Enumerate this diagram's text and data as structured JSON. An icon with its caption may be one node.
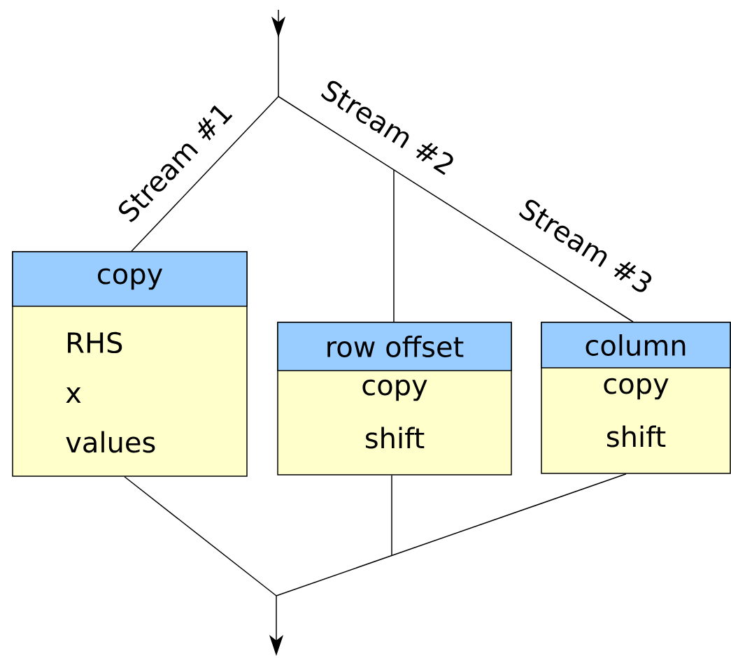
{
  "diagram": {
    "nodes": [
      {
        "text": [
          "copy",
          "RHS",
          "x",
          "values"
        ]
      },
      {
        "text": [
          "row offset",
          "copy",
          "shift"
        ]
      },
      {
        "text": [
          "column",
          "copy",
          "shift"
        ]
      }
    ],
    "edges": [
      {
        "from": null,
        "to": 0,
        "arrow": "none",
        "label": "Stream #1"
      },
      {
        "from": null,
        "to": 1,
        "arrow": "none",
        "label": "Stream #2"
      },
      {
        "from": null,
        "to": 2,
        "arrow": "none",
        "label": "Stream #3"
      },
      {
        "from": 0,
        "to": null,
        "arrow": "to"
      },
      {
        "from": 1,
        "to": null,
        "arrow": "to"
      },
      {
        "from": 2,
        "to": null,
        "arrow": "to"
      }
    ]
  }
}
